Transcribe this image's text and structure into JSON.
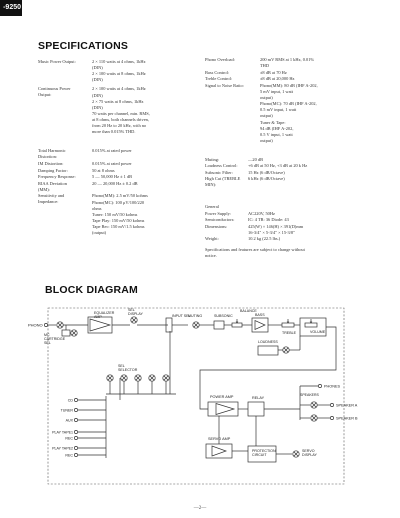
{
  "page_tab": "-9250",
  "specs_heading": "SPECIFICATIONS",
  "block_heading": "BLOCK DIAGRAM",
  "page_number": "—2—",
  "specs_left": [
    {
      "label": "Music Power Output:",
      "lines": [
        "2 × 110 watts at 4 ohms, 1kHz",
        "(DIN)",
        "2 × 100 watts at 8 ohms, 1kHz",
        "(DIN)"
      ]
    },
    {
      "label": "Continuous Power\nOutput:",
      "lines": [
        "2 × 100 watts at 4 ohms, 1kHz",
        "(DIN)",
        "2 × 75 watts at 8 ohms, 1kHz",
        "(DIN)",
        "70 watts per channel, min. RMS,",
        "at 8 ohms, both channels driven,",
        "from 20 Hz to 20 kHz, with no",
        "more than 0.015% THD."
      ]
    },
    {
      "label": "Total Harmonic\nDistortion:",
      "lines": [
        "0.015% at rated power"
      ]
    },
    {
      "label": "IM Distortion:",
      "lines": [
        "0.015% at rated power"
      ]
    },
    {
      "label": "Damping Factor:",
      "lines": [
        "50 at 8 ohms"
      ]
    },
    {
      "label": "Frequency Response:",
      "lines": [
        "5 — 50,000 Hz ± 1 dB"
      ]
    },
    {
      "label": "RIAA Deviation\n(MM):",
      "lines": [
        "20 — 20,000 Hz ± 0.2 dB"
      ]
    },
    {
      "label": "Sensitivity and\nImpedance:",
      "lines": [
        "Phono(MM): 2.5 mV/50 kohms",
        "Phono(MC): 100 μV/100/220",
        "ohms",
        "Tuner:    150 mV/50 kohms",
        "Tape Play: 150 mV/50 kohms",
        "Tape Rec:  150 mV/1.5 kohms",
        "(output)"
      ]
    }
  ],
  "specs_right_top": [
    {
      "label": "Phono Overload:",
      "lines": [
        "200 mV RMS at 1 kHz, 0.01%",
        "THD"
      ]
    },
    {
      "label": "Bass Control:",
      "lines": [
        "±8 dB at 70 Hz"
      ]
    },
    {
      "label": "Treble Control:",
      "lines": [
        "±8 dB at 20,000 Hz"
      ]
    },
    {
      "label": "Signal to Noise Ratio:",
      "lines": [
        "Phono(MM): 80 dB (IHF A-202,",
        "5 mV input, 1 watt",
        "output)",
        "Phono(MC): 70 dB (IHF A-202,",
        "0.5 mV input, 1 watt",
        "output)",
        "Tuner & Tape:",
        "94 dB (IHF A-202,",
        "0.5 V input, 1 watt",
        "output)"
      ]
    }
  ],
  "specs_right_mid": [
    {
      "label": "Muting:",
      "lines": [
        "—20 dB"
      ]
    },
    {
      "label": "Loudness Control:",
      "lines": [
        "+6 dB at 50 Hz, +3 dB at 20 k Hz"
      ]
    },
    {
      "label": "Subsonic Filter:",
      "lines": [
        "15 Hz (6 dB/Octave)"
      ]
    },
    {
      "label": "High Cut (TREBLE\nMIN):",
      "lines": [
        "6 kHz (6 dB/Octave)"
      ]
    }
  ],
  "general_heading": "General",
  "specs_general": [
    {
      "label": "Power Supply:",
      "lines": [
        "AC220V, 50Hz"
      ]
    },
    {
      "label": "Semiconductors:",
      "lines": [
        "IC: 4  TR: 36  Diode: 43"
      ]
    },
    {
      "label": "Dimensions:",
      "lines": [
        "425(W) × 146(H) × 391(D)mm",
        "16-3/4\" × 5-3/4\" × 15-3/8\""
      ]
    },
    {
      "label": "Weight:",
      "lines": [
        "10.2 kg (22.5 lbs.)"
      ]
    }
  ],
  "specs_note": [
    "Specifications and features are subject to change without",
    "notice."
  ],
  "diagram": {
    "phono": "PHONO",
    "equalizer": "EQUALIZER\nAMP",
    "mc_cartridge": "MC\nCARTRIDGE\nSEL",
    "sel_display": "SEL\nDISPLAY",
    "input_sel": "INPUT SEL",
    "muting": "MUTING",
    "subsonic": "SUBSONIC",
    "balance": "BALANCE",
    "bass": "BASS",
    "treble": "TREBLE",
    "volume": "VOLUME",
    "loudness": "LOUDNESS",
    "sel_selector": "SEL\nSELECTOR",
    "sources": [
      "CD",
      "TUNER",
      "AUX",
      "PLAY\nTAPE1",
      "REC",
      "PLAY\nTAPE2",
      "REC"
    ],
    "power_amp": "POWER AMP",
    "relay": "RELAY",
    "phones": "PHONES",
    "speaker_a": "SPEAKER A",
    "speaker_b": "SPEAKER B",
    "speakers": "SPEAKERS",
    "servo_amp": "SERVO AMP",
    "protection": "PROTECTION\nCIRCUIT",
    "servo_disp": "SERVO\nDISPLAY"
  }
}
